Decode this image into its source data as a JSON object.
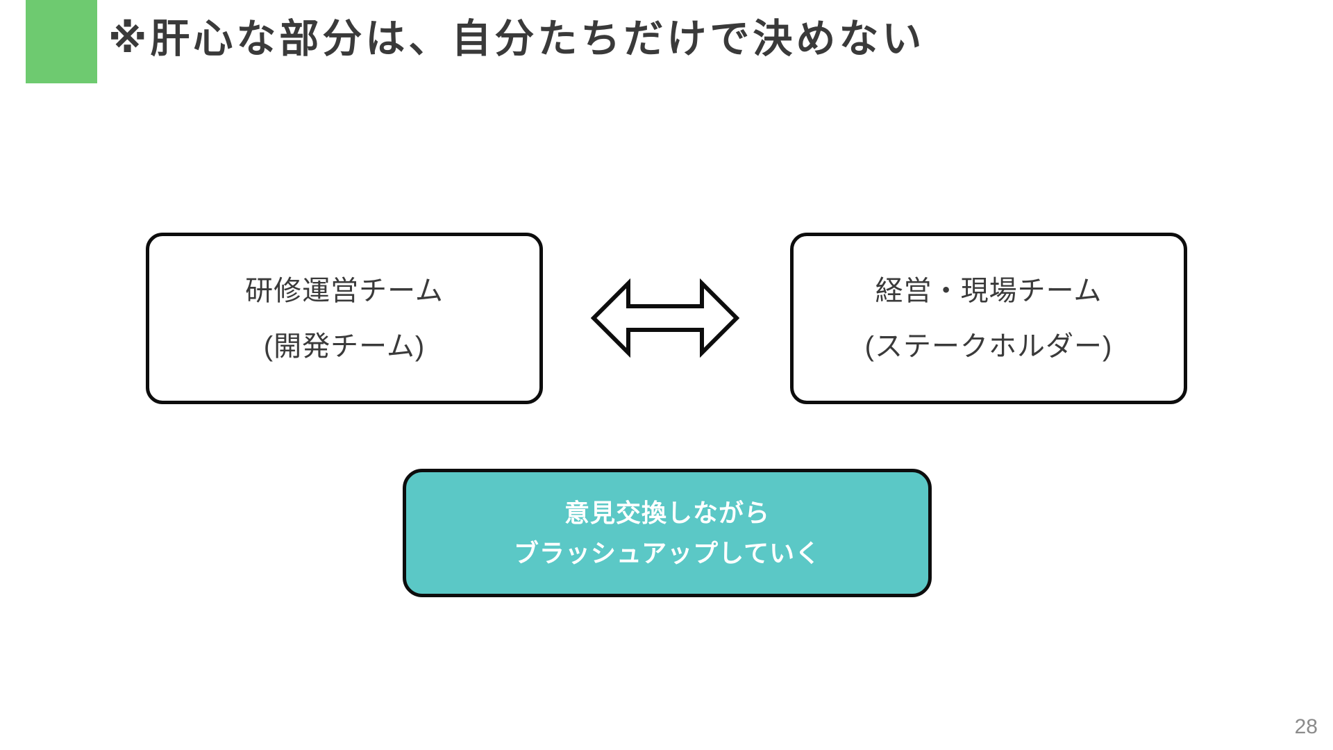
{
  "slide": {
    "title": "※肝心な部分は、自分たちだけで決めない",
    "page_number": "28"
  },
  "colors": {
    "accent_green": "#6ECA70",
    "box_teal": "#5BC8C6",
    "border_black": "#0d0d0d",
    "title_gray": "#3a3a3a",
    "box_text_gray": "#3a3a3a",
    "bottom_box_text": "#ffffff",
    "page_number_gray": "#8b8b8b"
  },
  "diagram": {
    "left_box": {
      "line1": "研修運営チーム",
      "line2": "(開発チーム)"
    },
    "right_box": {
      "line1": "経営・現場チーム",
      "line2": "(ステークホルダー)"
    },
    "arrow": "left-right-double-arrow",
    "bottom_box": {
      "line1": "意見交換しながら",
      "line2": "ブラッシュアップしていく"
    }
  }
}
